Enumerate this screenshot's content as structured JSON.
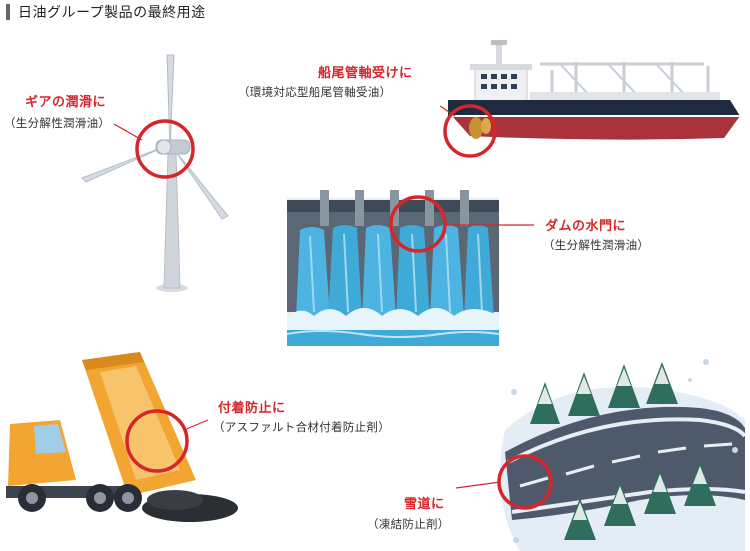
{
  "title": "日油グループ製品の最終用途",
  "labels": {
    "wind": {
      "main": "ギアの潤滑に",
      "sub": "（生分解性潤滑油）"
    },
    "ship": {
      "main": "船尾管軸受けに",
      "sub": "（環境対応型船尾管軸受油）"
    },
    "dam": {
      "main": "ダムの水門に",
      "sub": "（生分解性潤滑油）"
    },
    "truck": {
      "main": "付着防止に",
      "sub": "（アスファルト合材付着防止剤）"
    },
    "snow": {
      "main": "雪道に",
      "sub": "（凍結防止剤）"
    }
  },
  "colors": {
    "accent_red": "#d6262b",
    "water_blue": "#3fa9d8",
    "hull_red": "#a8333b",
    "truck_yellow": "#f2a531",
    "road_gray": "#4e5a6b"
  }
}
